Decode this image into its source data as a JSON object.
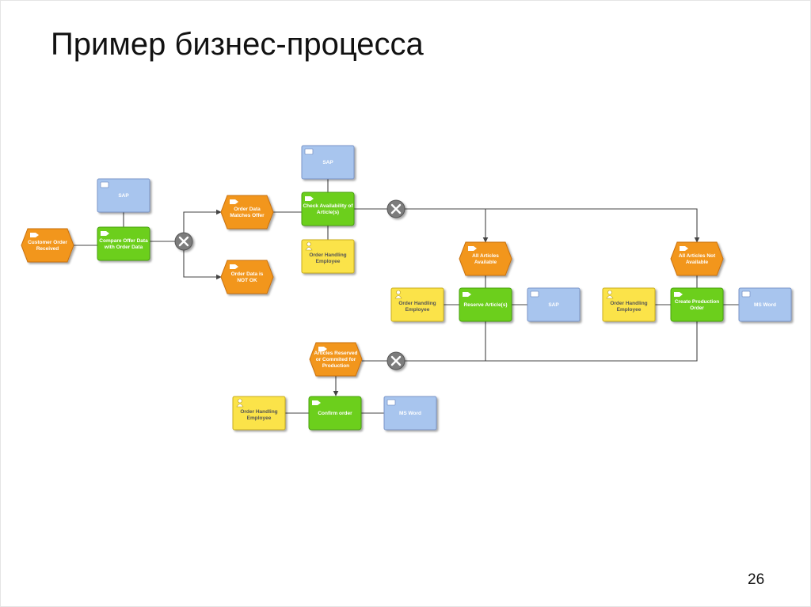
{
  "slide": {
    "title": "Пример бизнес-процесса",
    "page_number": "26"
  },
  "colors": {
    "event": "#f2961f",
    "function": "#6ccf1c",
    "system": "#a8c5ee",
    "role": "#fbe34a",
    "connector": "#7c7c7c"
  },
  "diagram": {
    "nodes": [
      {
        "id": "customer-order-received",
        "type": "event",
        "label": [
          "Customer Order",
          "Received"
        ]
      },
      {
        "id": "compare-offer-data",
        "type": "function",
        "label": [
          "Compare Offer Data",
          "with Order Data"
        ]
      },
      {
        "id": "sap-1",
        "type": "system",
        "label": [
          "SAP"
        ]
      },
      {
        "id": "xor-1",
        "type": "xor"
      },
      {
        "id": "order-data-matches-offer",
        "type": "event",
        "label": [
          "Order Data",
          "Matches Offer"
        ]
      },
      {
        "id": "order-data-not-ok",
        "type": "event",
        "label": [
          "Order Data is",
          "NOT OK"
        ]
      },
      {
        "id": "check-availability",
        "type": "function",
        "label": [
          "Check Availability of",
          "Article(s)"
        ]
      },
      {
        "id": "sap-2",
        "type": "system",
        "label": [
          "SAP"
        ]
      },
      {
        "id": "order-handling-employee-1",
        "type": "role",
        "label": [
          "Order Handling",
          "Employee"
        ]
      },
      {
        "id": "xor-2",
        "type": "xor"
      },
      {
        "id": "all-articles-available",
        "type": "event",
        "label": [
          "All Articles",
          "Available"
        ]
      },
      {
        "id": "all-articles-not-available",
        "type": "event",
        "label": [
          "All Articles Not",
          "Available"
        ]
      },
      {
        "id": "order-handling-employee-2",
        "type": "role",
        "label": [
          "Order Handling",
          "Employee"
        ]
      },
      {
        "id": "reserve-articles",
        "type": "function",
        "label": [
          "Reserve Article(s)"
        ]
      },
      {
        "id": "sap-3",
        "type": "system",
        "label": [
          "SAP"
        ]
      },
      {
        "id": "order-handling-employee-3",
        "type": "role",
        "label": [
          "Order Handling",
          "Employee"
        ]
      },
      {
        "id": "create-production-order",
        "type": "function",
        "label": [
          "Create Production",
          "Order"
        ]
      },
      {
        "id": "ms-word-1",
        "type": "system",
        "label": [
          "MS Word"
        ]
      },
      {
        "id": "xor-3",
        "type": "xor"
      },
      {
        "id": "articles-reserved",
        "type": "event",
        "label": [
          "Articles Reserved",
          "or Commited for",
          "Production"
        ]
      },
      {
        "id": "order-handling-employee-4",
        "type": "role",
        "label": [
          "Order Handling",
          "Employee"
        ]
      },
      {
        "id": "confirm-order",
        "type": "function",
        "label": [
          "Confirm order"
        ]
      },
      {
        "id": "ms-word-2",
        "type": "system",
        "label": [
          "MS Word"
        ]
      }
    ]
  }
}
